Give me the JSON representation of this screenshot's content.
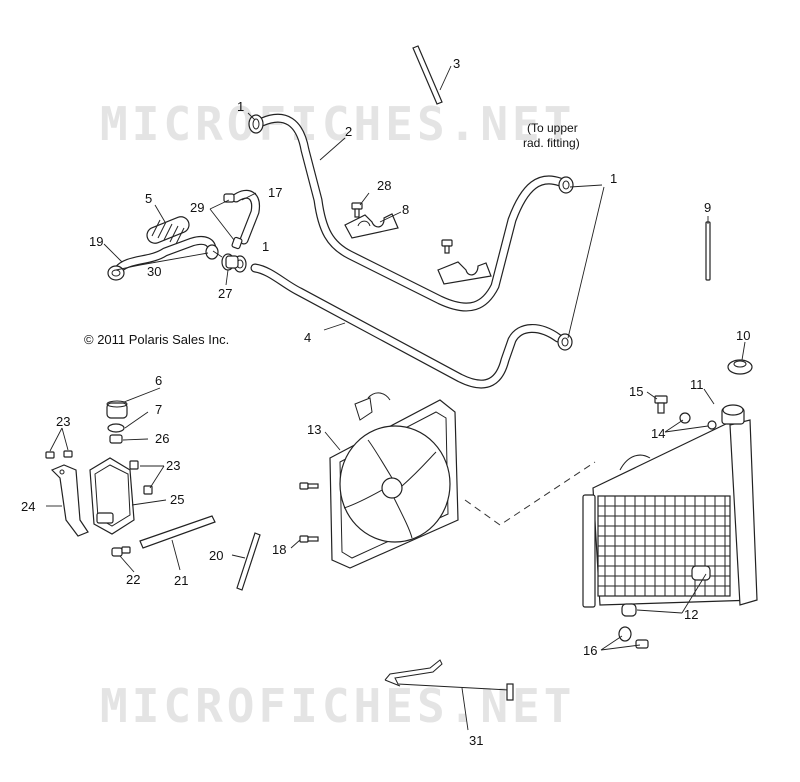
{
  "watermarks": [
    "MICROFICHES.NET",
    "MICROFICHES.NET"
  ],
  "copyright": "© 2011 Polaris Sales Inc.",
  "note": {
    "line1": "(To upper",
    "line2": "rad. fitting)"
  },
  "callouts": {
    "c1a": "1",
    "c1b": "1",
    "c1c": "1",
    "c2": "2",
    "c3": "3",
    "c4": "4",
    "c5": "5",
    "c6": "6",
    "c7": "7",
    "c8": "8",
    "c9": "9",
    "c10": "10",
    "c11": "11",
    "c12": "12",
    "c13": "13",
    "c14": "14",
    "c15": "15",
    "c16": "16",
    "c17": "17",
    "c18": "18",
    "c19": "19",
    "c20": "20",
    "c21": "21",
    "c22": "22",
    "c23a": "23",
    "c23b": "23",
    "c24": "24",
    "c25": "25",
    "c26": "26",
    "c27": "27",
    "c28": "28",
    "c29": "29",
    "c30": "30",
    "c31": "31"
  }
}
